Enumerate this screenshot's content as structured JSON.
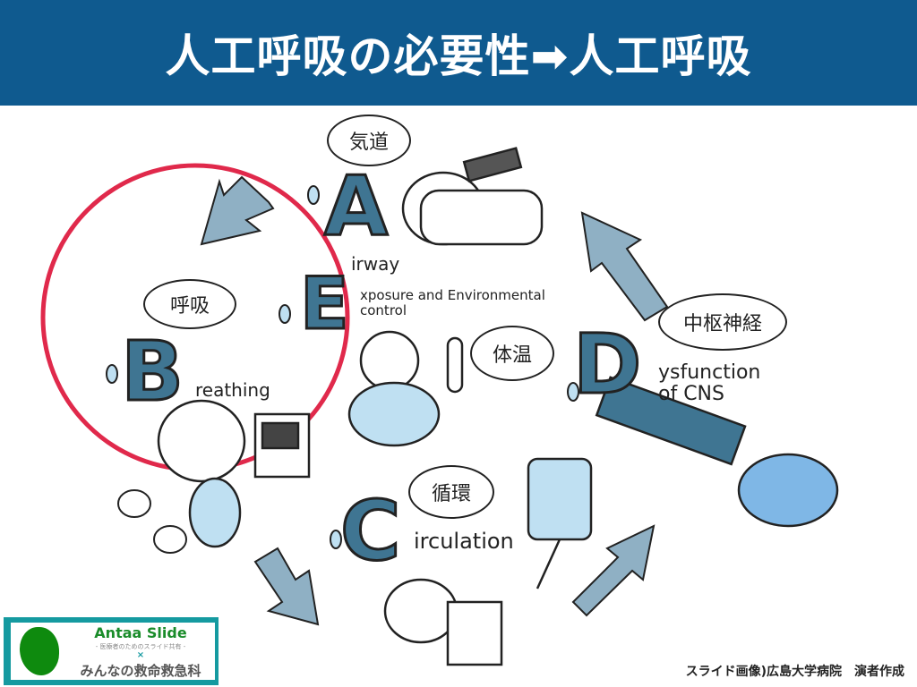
{
  "slide": {
    "title": "人工呼吸の必要性➡人工呼吸",
    "caption": "スライド画像)広島大学病院　演者作成"
  },
  "diagram": {
    "a": {
      "letter": "A",
      "rest": "irway",
      "jp": "気道"
    },
    "b": {
      "letter": "B",
      "rest": "reathing",
      "jp": "呼吸"
    },
    "c": {
      "letter": "C",
      "rest": "irculation",
      "jp": "循環"
    },
    "d": {
      "letter": "D",
      "rest": "ysfunction",
      "rest2": "of CNS",
      "jp": "中枢神経"
    },
    "e": {
      "letter": "E",
      "rest": "xposure and Environmental",
      "rest2": "control",
      "jp": "体温"
    }
  },
  "logo": {
    "name": "Antaa Slide",
    "sub": "- 医療者のためのスライド共有 -",
    "x": "×",
    "partner": "みんなの救命救急科"
  },
  "colors": {
    "header": "#0f5a8f",
    "highlight": "#e0294b",
    "letter": "#3f7592",
    "arrow": "#8fb0c4"
  }
}
